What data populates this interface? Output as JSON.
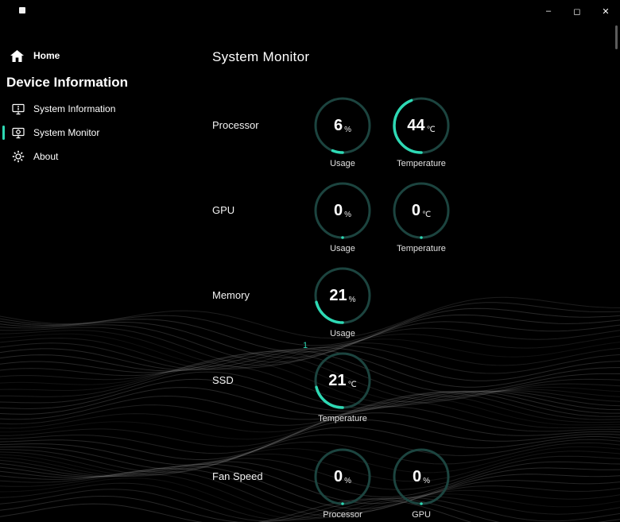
{
  "window": {
    "controls": {
      "minimize": "–",
      "maximize": "◻",
      "close": "✕"
    }
  },
  "sidebar": {
    "home_label": "Home",
    "section_title": "Device Information",
    "items": [
      {
        "label": "System Information",
        "icon": "system-information-icon",
        "selected": false
      },
      {
        "label": "System Monitor",
        "icon": "system-monitor-icon",
        "selected": true
      },
      {
        "label": "About",
        "icon": "gear-icon",
        "selected": false
      }
    ]
  },
  "main": {
    "title": "System Monitor",
    "stray_label": "1",
    "rows": [
      {
        "label": "Processor",
        "gauges": [
          {
            "value": "6",
            "unit": "%",
            "caption": "Usage",
            "percent": 6
          },
          {
            "value": "44",
            "unit": "℃",
            "caption": "Temperature",
            "percent": 44
          }
        ]
      },
      {
        "label": "GPU",
        "gauges": [
          {
            "value": "0",
            "unit": "%",
            "caption": "Usage",
            "percent": 0
          },
          {
            "value": "0",
            "unit": "℃",
            "caption": "Temperature",
            "percent": 0
          }
        ]
      },
      {
        "label": "Memory",
        "gauges": [
          {
            "value": "21",
            "unit": "%",
            "caption": "Usage",
            "percent": 21
          }
        ]
      },
      {
        "label": "SSD",
        "gauges": [
          {
            "value": "21",
            "unit": "℃",
            "caption": "Temperature",
            "percent": 21
          }
        ]
      },
      {
        "label": "Fan Speed",
        "gauges": [
          {
            "value": "0",
            "unit": "%",
            "caption": "Processor",
            "percent": 0
          },
          {
            "value": "0",
            "unit": "%",
            "caption": "GPU",
            "percent": 0
          }
        ]
      }
    ]
  },
  "colors": {
    "accent": "#2ed9b4",
    "gauge_track": "#1c443f",
    "background": "#000000"
  }
}
